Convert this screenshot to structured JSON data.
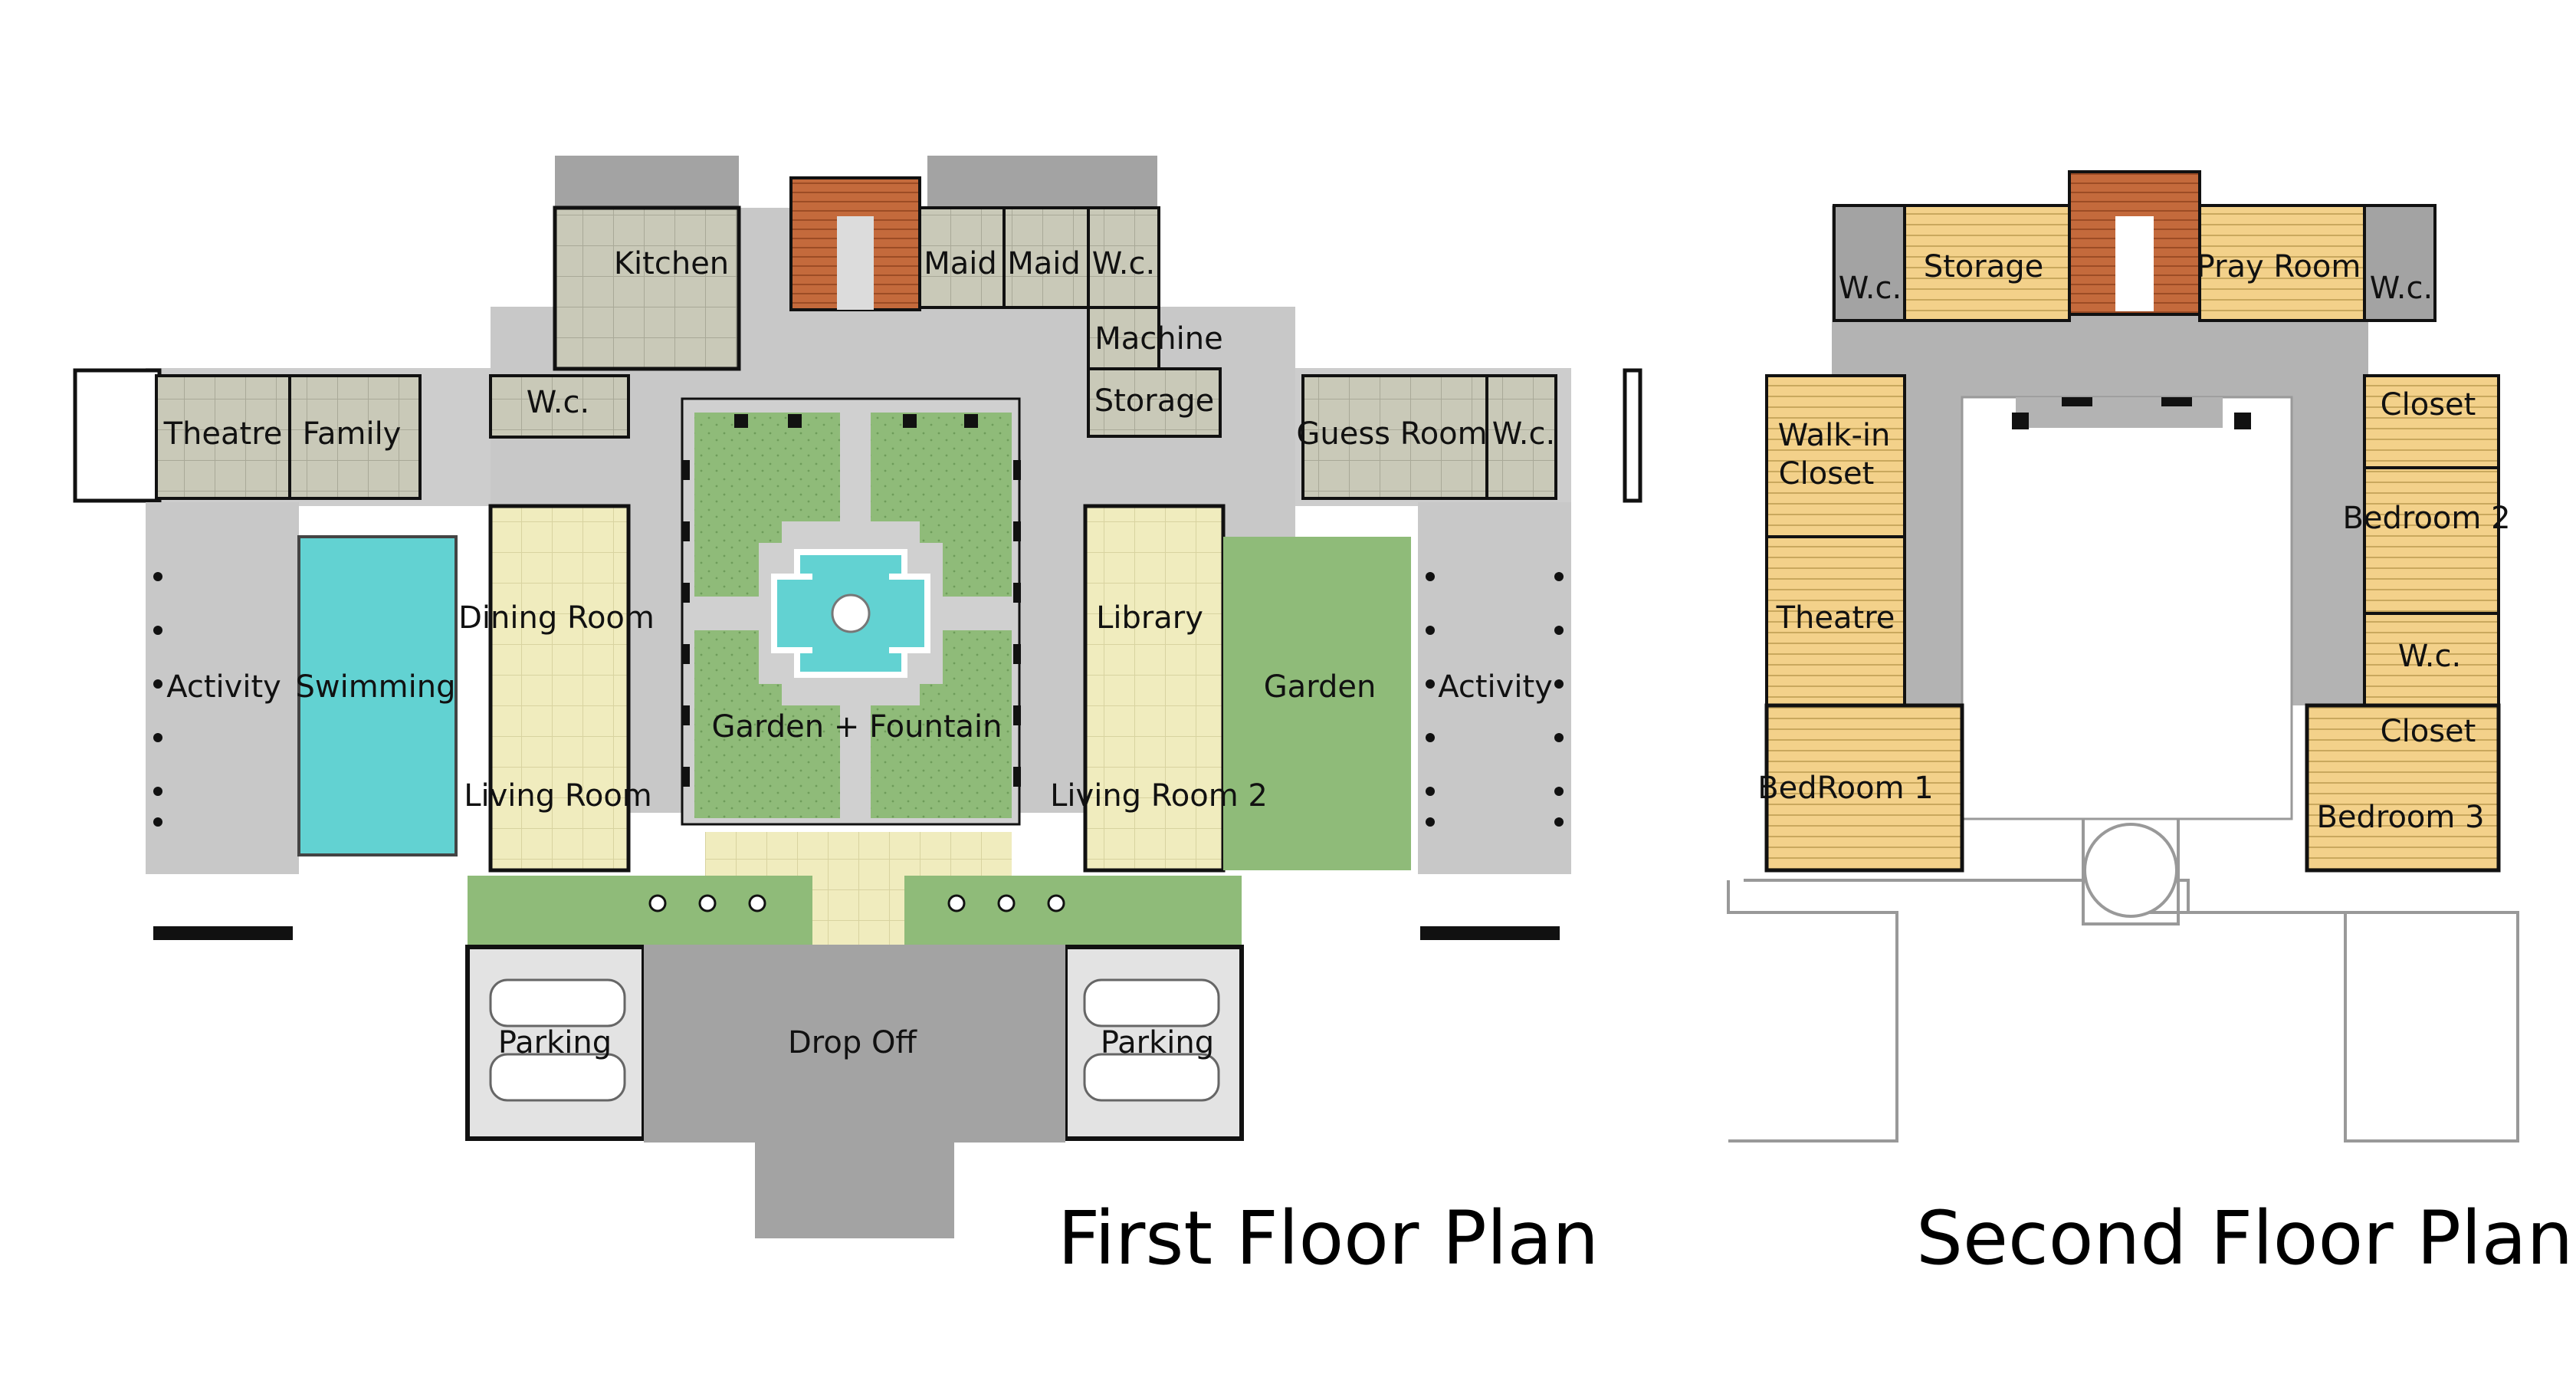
{
  "colors": {
    "tile_gray": "#c9c9b8",
    "tile_yellow": "#f0ecbe",
    "wood": "#f3d18a",
    "grass": "#8fbb79",
    "pool": "#62d2d2",
    "brick": "#c46a3c",
    "corridor": "#c8c8c8",
    "dark_gray": "#a3a3a3",
    "wall": "#111111"
  },
  "first_floor": {
    "title": "First Floor Plan",
    "rooms": {
      "kitchen": "Kitchen",
      "maid_1": "Maid",
      "maid_2": "Maid",
      "wc_top": "W.c.",
      "machine": "Machine",
      "storage": "Storage",
      "wc_left": "W.c.",
      "theatre": "Theatre",
      "family": "Family",
      "guess_room": "Guess Room",
      "wc_right": "W.c.",
      "activity_left": "Activity",
      "swimming": "Swimming",
      "dining_room": "Dining Room",
      "living_room": "Living Room",
      "garden_fountain": "Garden + Fountain",
      "library": "Library",
      "living_room_2": "Living Room 2",
      "garden": "Garden",
      "activity_right": "Activity",
      "parking_left": "Parking",
      "drop_off": "Drop Off",
      "parking_right": "Parking"
    }
  },
  "second_floor": {
    "title": "Second Floor Plan",
    "rooms": {
      "wc_left": "W.c.",
      "storage": "Storage",
      "pray_room": "Pray Room",
      "wc_right": "W.c.",
      "walk_in_1": "Walk-in",
      "walk_in_2": "Closet",
      "closet_top": "Closet",
      "bedroom_2": "Bedroom 2",
      "theatre": "Theatre",
      "wc_mid": "W.c.",
      "closet_mid": "Closet",
      "bedroom_1": "BedRoom 1",
      "bedroom_3": "Bedroom 3"
    }
  }
}
